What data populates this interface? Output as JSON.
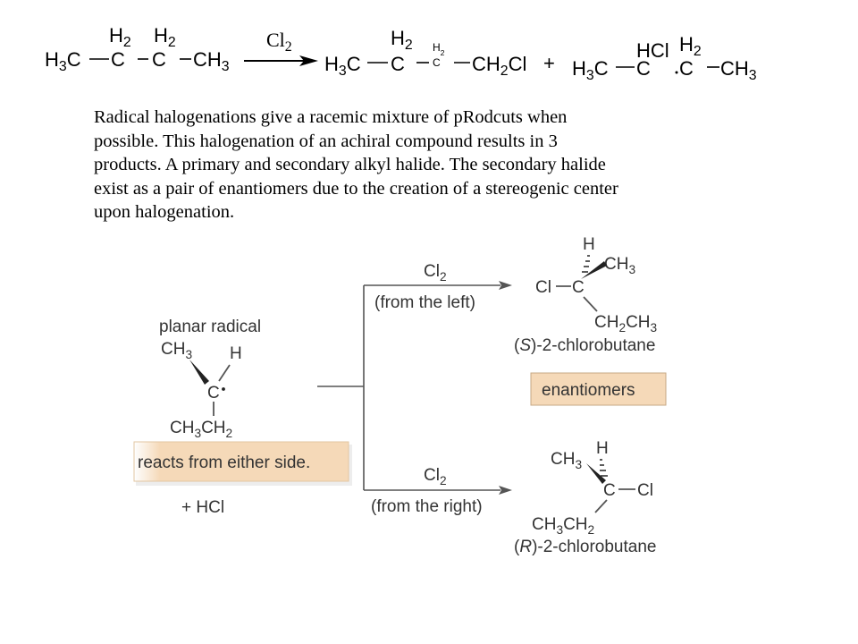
{
  "top_equation": {
    "reactant": {
      "h2_left": "H2",
      "h2_right": "H2",
      "ch3_left": "H3C",
      "c_left": "C",
      "c_right": "C",
      "ch3_right": "CH3"
    },
    "reagent": "Cl2",
    "product_primary": {
      "h2_top": "H2",
      "h2_small": "H2",
      "h3c": "H3C",
      "c": "C",
      "c_small": "C",
      "ch2cl": "CH2Cl"
    },
    "plus": "+",
    "product_secondary": {
      "hcl": "HCl",
      "h2": "H2",
      "h3c": "H3C",
      "c_left": "C",
      "c_right": "C",
      "ch3": "CH3"
    }
  },
  "caption": {
    "line1": "Radical halogenations give a racemic mixture of pRodcuts when",
    "line2": "possible.  This halogenation of an achiral compound results in 3",
    "line3": "products.  A primary and secondary alkyl halide.  The secondary halide",
    "line4": "exist as a pair of enantiomers  due to the creation of a stereogenic center",
    "line5": "upon halogenation."
  },
  "mechanism": {
    "radical_title": "planar radical",
    "radical_ch3": "CH3",
    "radical_h": "H",
    "radical_c": "C",
    "radical_ethyl": "CH3CH2",
    "reacts_box": "reacts from either side.",
    "hcl": "+ HCl",
    "upper_reagent": "Cl2",
    "upper_direction": "(from the left)",
    "lower_reagent": "Cl2",
    "lower_direction": "(from the right)",
    "s_product": {
      "h": "H",
      "ch3": "CH3",
      "cl": "Cl",
      "c": "C",
      "ethyl": "CH2CH3",
      "name": "(S)-2-chlorobutane"
    },
    "enantiomers_box": "enantiomers",
    "r_product": {
      "h": "H",
      "ch3": "CH3",
      "c": "C",
      "cl": "Cl",
      "ethyl": "CH3CH2",
      "name": "(R)-2-chlorobutane"
    }
  },
  "colors": {
    "label_box_fill": "#f5d9b8",
    "label_box_border": "#c6a884",
    "diagram_text": "#333333",
    "bond_gray": "#555555"
  }
}
